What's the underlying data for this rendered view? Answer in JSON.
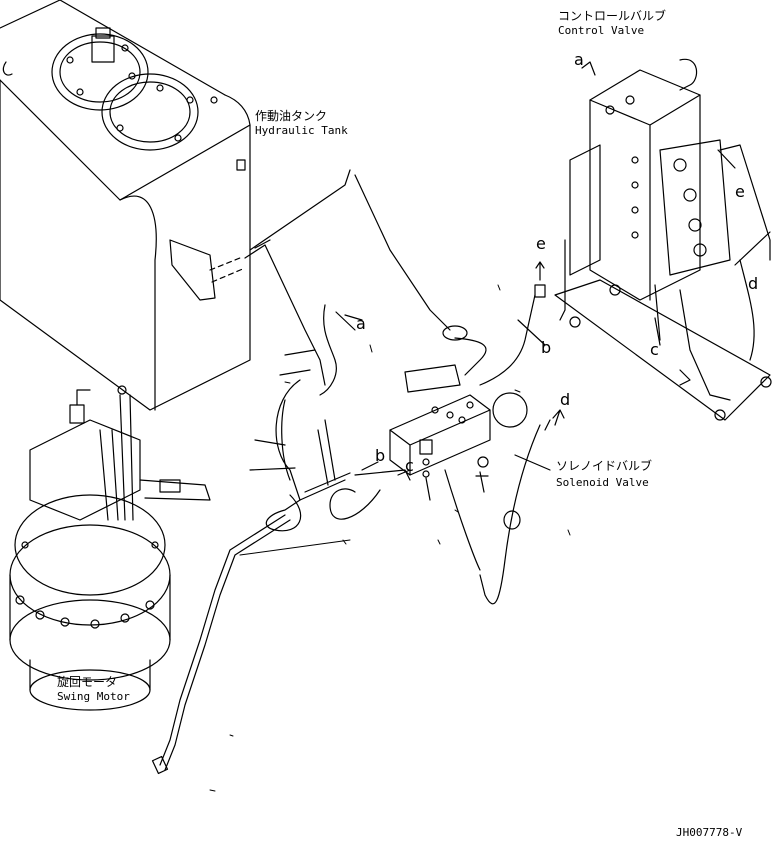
{
  "components": {
    "hydraulic_tank": {
      "jp": "作動油タンク",
      "en": "Hydraulic Tank"
    },
    "control_valve": {
      "jp": "コントロールバルブ",
      "en": "Control Valve"
    },
    "solenoid_valve": {
      "jp": "ソレノイドバルブ",
      "en": "Solenoid Valve"
    },
    "swing_motor": {
      "jp": "旋回モータ",
      "en": "Swing Motor"
    }
  },
  "connection_labels": {
    "a_top": "a",
    "e_right": "e",
    "d_right": "d",
    "c_bottom": "c",
    "e_center": "e",
    "b_center": "b",
    "a_center": "a",
    "d_center": "d",
    "b_left": "b",
    "c_left": "c"
  },
  "drawing_code": "JH007778-V",
  "line_color": "#000000"
}
